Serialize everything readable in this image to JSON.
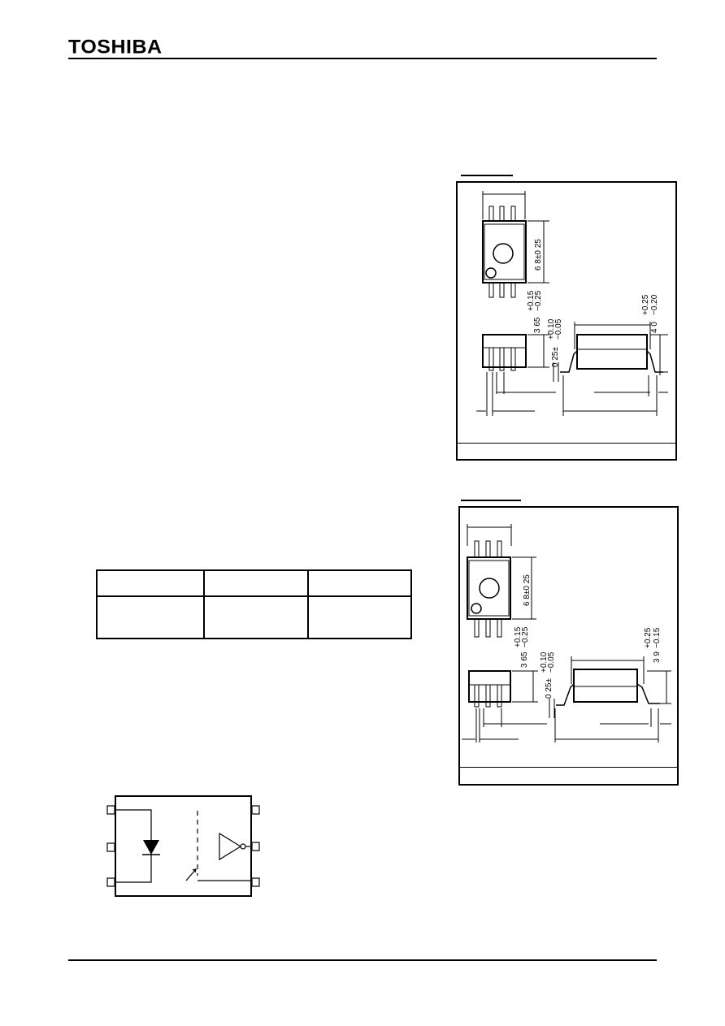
{
  "header": {
    "brand": "TOSHIBA"
  },
  "package_drawing_1": {
    "dim_width": "6 8±0 25",
    "dim_height": "3 65",
    "dim_height_tol_plus": "+0.15",
    "dim_height_tol_minus": "−0.25",
    "dim_standoff": "0 25±",
    "dim_standoff_tol_plus": "+0.10",
    "dim_standoff_tol_minus": "−0.05",
    "dim_lead": "4 0",
    "dim_lead_tol_plus": "+0.25",
    "dim_lead_tol_minus": "−0.20"
  },
  "package_drawing_2": {
    "dim_width": "6 8±0 25",
    "dim_height": "3 65",
    "dim_height_tol_plus": "+0.15",
    "dim_height_tol_minus": "−0.25",
    "dim_standoff": "0 25±",
    "dim_standoff_tol_plus": "+0.10",
    "dim_standoff_tol_minus": "−0.05",
    "dim_lead": "3 9",
    "dim_lead_tol_plus": "+0.25",
    "dim_lead_tol_minus": "−0.15"
  },
  "spec_table": {
    "headers": [
      "",
      "",
      ""
    ],
    "row": [
      "",
      "",
      ""
    ]
  },
  "colors": {
    "ink": "#000000",
    "paper": "#ffffff"
  }
}
